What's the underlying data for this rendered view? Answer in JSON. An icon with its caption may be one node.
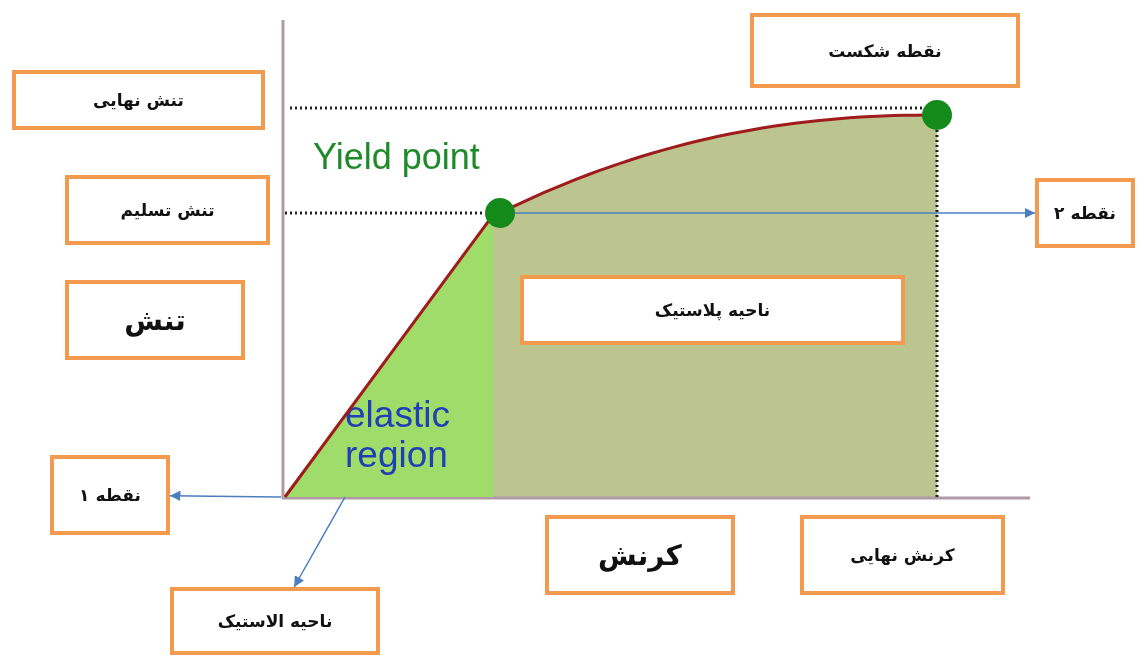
{
  "diagram": {
    "nodes": [
      {
        "text": [
          "تنش نهایی"
        ]
      },
      {
        "text": [
          "نقطه شکست"
        ]
      },
      {
        "text": [
          "تنش تسلیم"
        ]
      },
      {
        "text": [
          "نقطه ۲"
        ]
      },
      {
        "text": [
          "تنش"
        ]
      },
      {
        "text": [
          "ناحیه پلاستیک"
        ]
      },
      {
        "text": [
          "نقطه ۱"
        ]
      },
      {
        "text": [
          "کرنش"
        ]
      },
      {
        "text": [
          "کرنش نهایی"
        ]
      },
      {
        "text": [
          "ناحیه الاستیک"
        ]
      },
      {
        "text": [
          "elastic region"
        ]
      },
      {
        "text": [],
        "shape": "circle",
        "beside": [
          "Yield point"
        ]
      },
      {
        "text": [],
        "shape": "circle"
      }
    ],
    "edges": [
      {
        "from": 10,
        "to": 6,
        "arrow": "to"
      },
      {
        "from": 10,
        "to": 9,
        "arrow": "to"
      },
      {
        "from": 11,
        "to": 3,
        "arrow": "to"
      }
    ]
  }
}
